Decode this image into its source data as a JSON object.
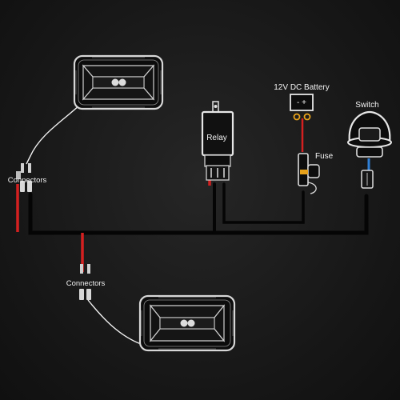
{
  "labels": {
    "battery": "12V DC Battery",
    "battery_terminals": "- +",
    "switch": "Switch",
    "relay": "Relay",
    "fuse": "Fuse",
    "connectors_upper": "Connectors",
    "connectors_lower": "Connectors"
  },
  "colors": {
    "background": "#1a1a1a",
    "harness": "#050505",
    "positive_wire": "#d42020",
    "signal_wire": "#2f7fd6",
    "ground_wire": "#f5f5f5",
    "fuse_terminal": "#e8a21a"
  }
}
